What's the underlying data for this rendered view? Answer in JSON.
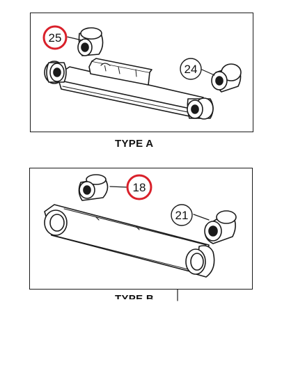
{
  "diagrams": [
    {
      "caption": "TYPE A",
      "callouts": [
        {
          "number": "25",
          "highlighted": true
        },
        {
          "number": "24",
          "highlighted": false
        }
      ]
    },
    {
      "caption": "TYPE B",
      "callouts": [
        {
          "number": "18",
          "highlighted": true
        },
        {
          "number": "21",
          "highlighted": false
        }
      ]
    }
  ],
  "colors": {
    "highlight": "#d9202a",
    "line": "#1a1a1a"
  }
}
